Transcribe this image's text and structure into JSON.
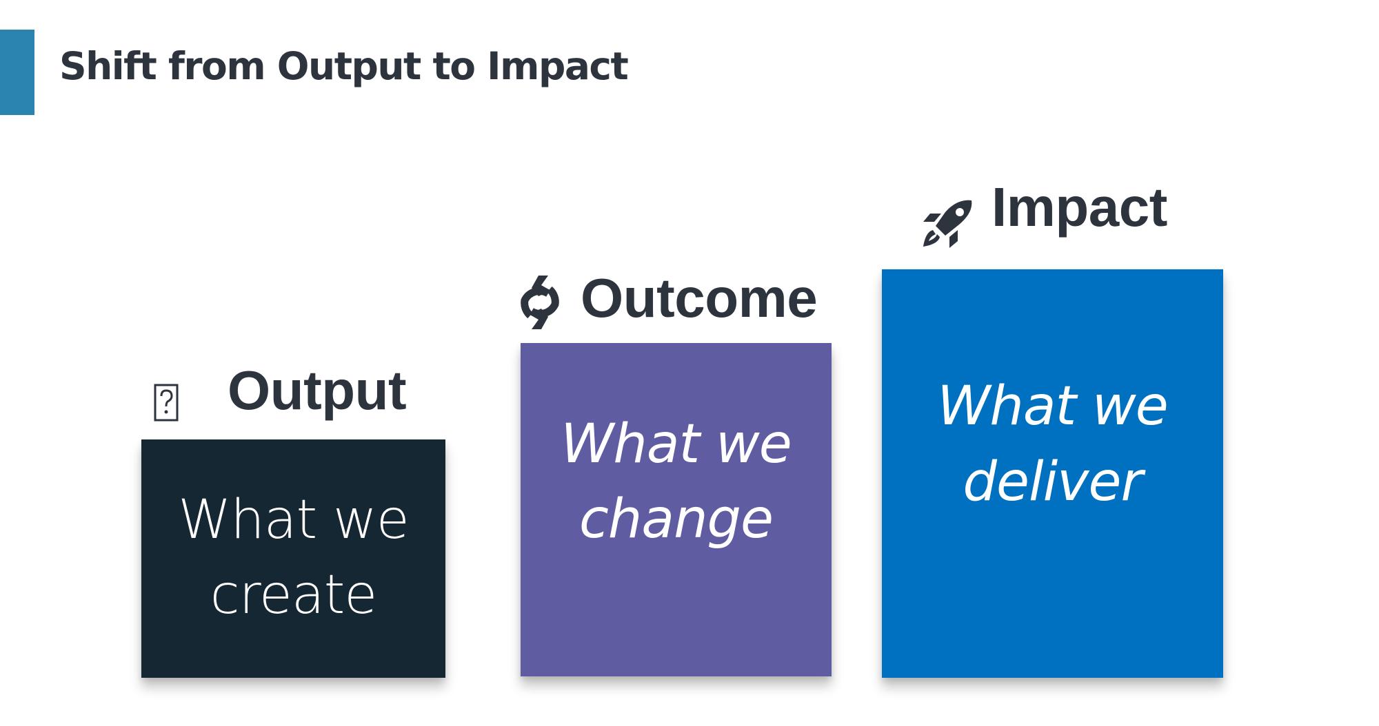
{
  "slide": {
    "title": "Shift from Output to Impact",
    "accent_color": "#2a84af",
    "text_color": "#2e343e"
  },
  "columns": [
    {
      "label": "Output",
      "icon": "missing-glyph-icon",
      "box_color": "#152733",
      "line1": "What we",
      "line2": "create",
      "italic": false
    },
    {
      "label": "Outcome",
      "icon": "sync-arrows-icon",
      "box_color": "#5f5ca1",
      "line1": "What we",
      "line2": "change",
      "italic": true
    },
    {
      "label": "Impact",
      "icon": "rocket-icon",
      "box_color": "#0070c0",
      "line1": "What we",
      "line2": "deliver",
      "italic": true
    }
  ]
}
